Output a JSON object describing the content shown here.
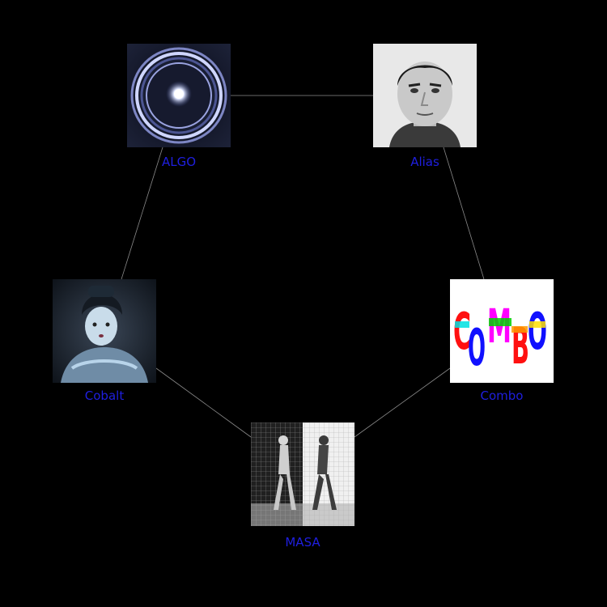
{
  "nodes": [
    {
      "id": "algo",
      "label": "ALGO",
      "image": "glowing-lens-ring"
    },
    {
      "id": "alias",
      "label": "Alias",
      "image": "man-face-portrait"
    },
    {
      "id": "combo",
      "label": "Combo",
      "image": "combo-colorful-letters",
      "logo_text": "COMBO"
    },
    {
      "id": "masa",
      "label": "MASA",
      "image": "walking-figures-photo"
    },
    {
      "id": "cobalt",
      "label": "Cobalt",
      "image": "porcelain-doll-photo"
    }
  ],
  "edges": [
    [
      "algo",
      "alias"
    ],
    [
      "alias",
      "combo"
    ],
    [
      "combo",
      "masa"
    ],
    [
      "masa",
      "cobalt"
    ],
    [
      "cobalt",
      "algo"
    ]
  ],
  "colors": {
    "background": "#000000",
    "label": "#1f1fe0",
    "edge": "#8a8a8a"
  }
}
